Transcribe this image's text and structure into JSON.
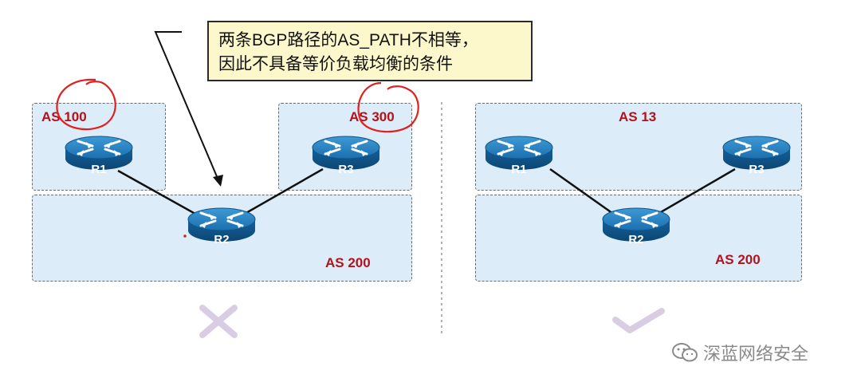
{
  "callout": {
    "line1": "两条BGP路径的AS_PATH不相等，",
    "line2": "因此不具备等价负载均衡的条件"
  },
  "left_diagram": {
    "as_labels": {
      "as_a": "AS 100",
      "as_b": "AS 300",
      "as_c": "AS 200"
    },
    "routers": {
      "r1": "R1",
      "r2": "R2",
      "r3": "R3"
    },
    "verdict_icon": "cross-icon"
  },
  "right_diagram": {
    "as_labels": {
      "as_a": "AS 13",
      "as_c": "AS 200"
    },
    "routers": {
      "r1": "R1",
      "r2": "R2",
      "r3": "R3"
    },
    "verdict_icon": "check-icon"
  },
  "watermark": {
    "text": "深蓝网络安全",
    "icon": "wechat-icon"
  },
  "colors": {
    "as_label": "#b3121b",
    "box_fill": "#dcecf8",
    "router_body": "#1a74b7",
    "annotation_red": "#e02020",
    "callout_fill": "#fdf8cc",
    "verdict_mark": "#d9cde3"
  }
}
